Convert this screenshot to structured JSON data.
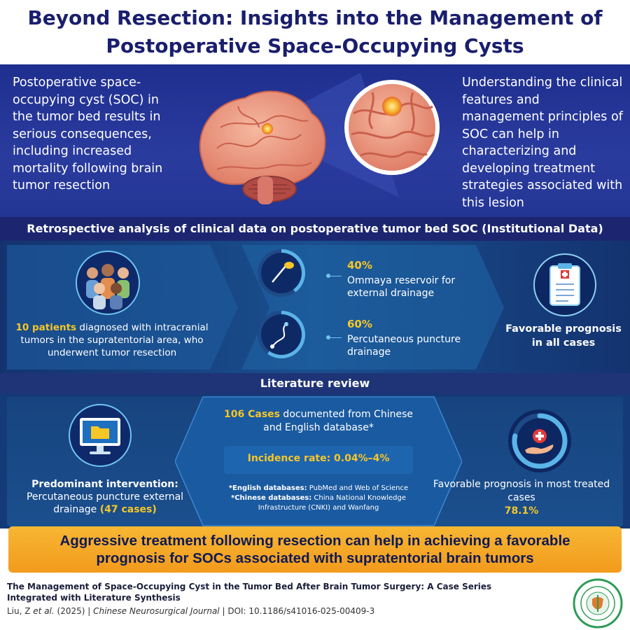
{
  "title": {
    "line1": "Beyond Resection: Insights into the Management of",
    "line2": "Postoperative Space-Occupying Cysts"
  },
  "intro": {
    "left_text": "Postoperative space-occupying cyst (SOC) in the tumor bed results in serious consequences, including increased mortality following brain tumor resection",
    "right_text": "Understanding the clinical features and management principles of SOC can help in characterizing and developing treatment strategies associated with this lesion"
  },
  "retrospective": {
    "heading": "Retrospective analysis of clinical data on postoperative tumor bed SOC (Institutional Data)",
    "patients_highlight": "10 patients",
    "patients_rest": " diagnosed with intracranial tumors in the supratentorial area, who underwent tumor resection",
    "option1": {
      "percent": "40%",
      "label": "Ommaya reservoir for external drainage",
      "fraction": 0.4
    },
    "option2": {
      "percent": "60%",
      "label": "Percutaneous puncture drainage",
      "fraction": 0.6
    },
    "outcome": "Favorable prognosis in all cases"
  },
  "literature": {
    "heading": "Literature review",
    "intervention_title": "Predominant intervention:",
    "intervention_text": "Percutaneous puncture external drainage ",
    "intervention_count": "(47 cases)",
    "cases_highlight": "106 Cases",
    "cases_rest": " documented from Chinese and English database*",
    "incidence": "Incidence rate: 0.04%–4%",
    "english_db_label": "*English databases:",
    "english_db_value": " PubMed and Web of Science",
    "chinese_db_label": "*Chinese databases:",
    "chinese_db_value": " China National Knowledge Infrastructure (CNKI) and Wanfang",
    "outcome_text": "Favorable prognosis in most treated cases",
    "outcome_percent": "78.1%",
    "outcome_fraction": 0.781
  },
  "conclusion": {
    "line1": "Aggressive treatment following resection can help in achieving a favorable",
    "line2": "prognosis for SOCs associated with supratentorial brain tumors"
  },
  "citation": {
    "title_line1": "The Management of Space-Occupying Cyst in the Tumor Bed After Brain Tumor Surgery: A Case Series",
    "title_line2": "Integrated with Literature Synthesis",
    "authors": "Liu, Z ",
    "etal": "et al.",
    "year": " (2025) | ",
    "journal": "Chinese Neurosurgical Journal",
    "doi": " | DOI: 10.1186/s41016-025-00409-3"
  },
  "colors": {
    "navy": "#1a1e6e",
    "accent_yellow": "#f6c627",
    "banner_orange": "#f39a1c",
    "ring_blue": "#5ab4e8"
  }
}
